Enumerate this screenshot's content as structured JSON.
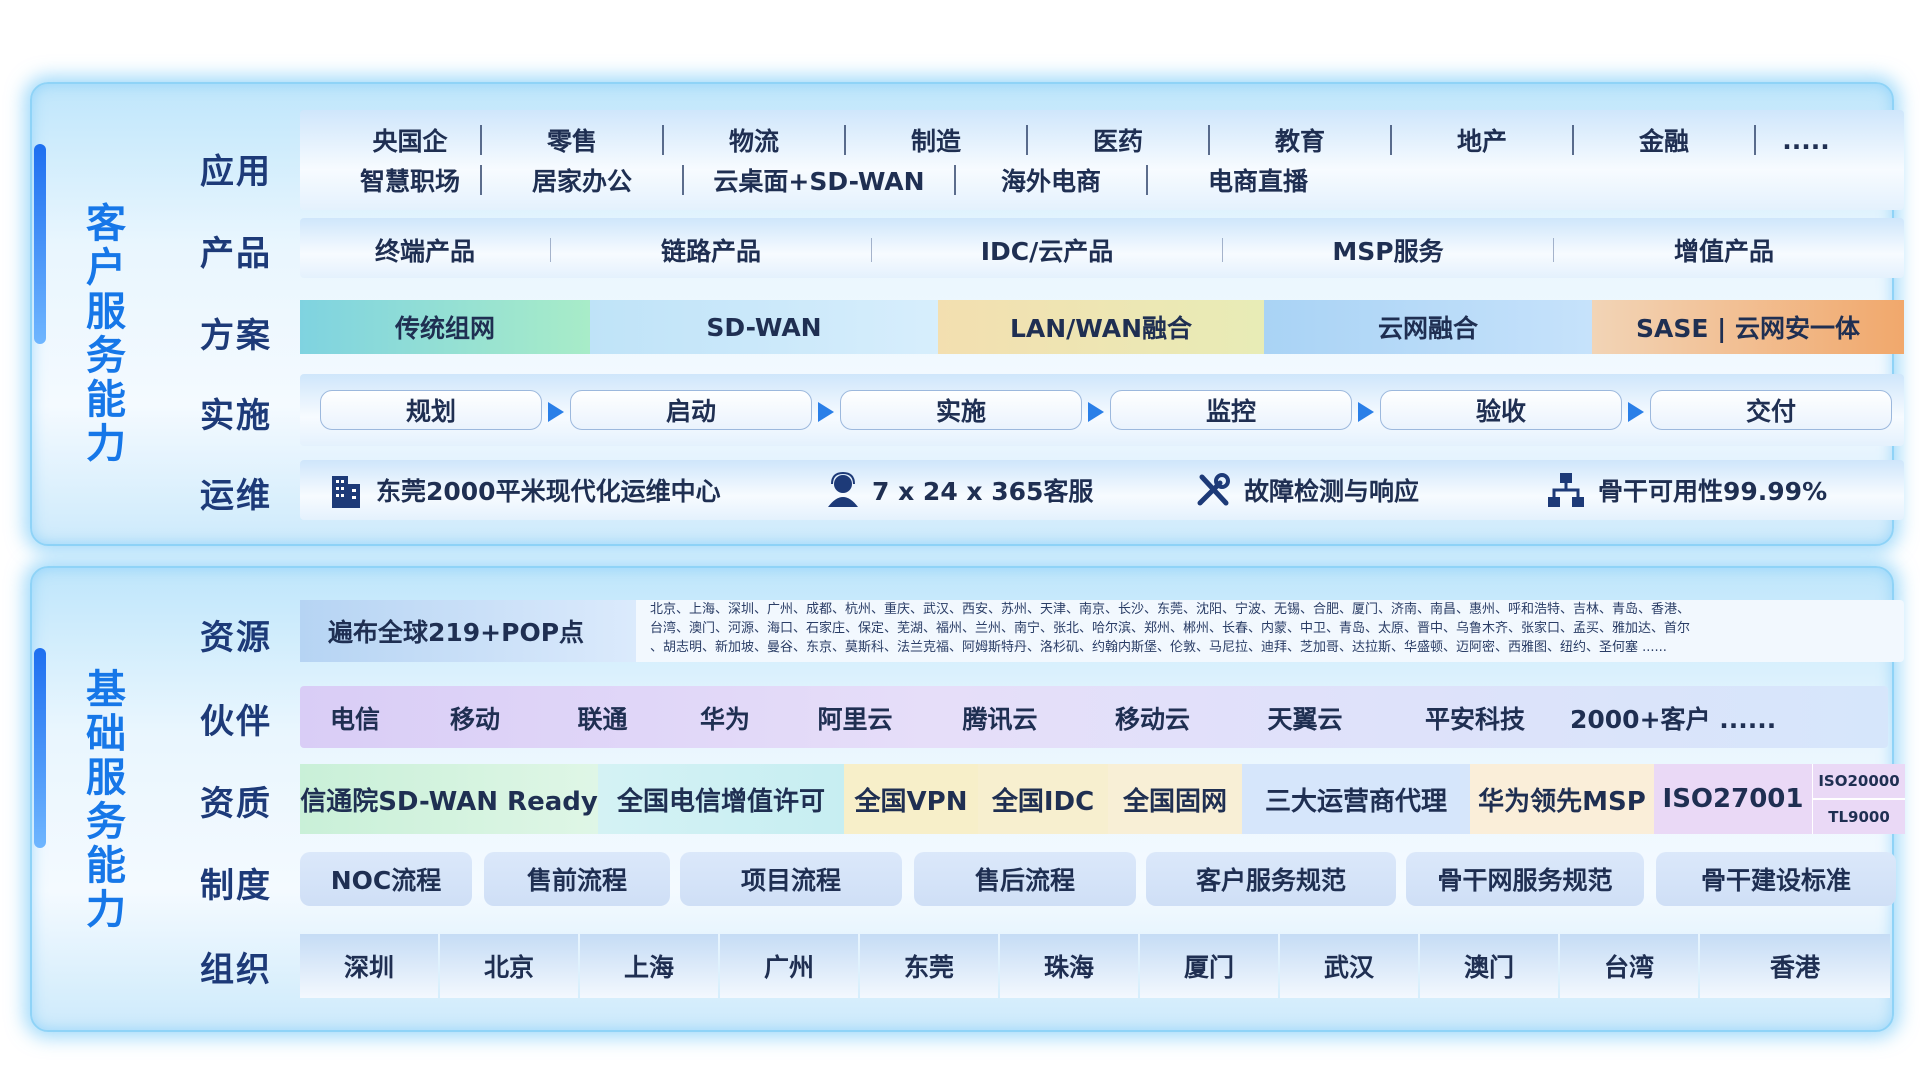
{
  "panels": {
    "customer": {
      "title": "客户服务能力",
      "rows": {
        "application": {
          "label": "应用",
          "line1": [
            "央国企",
            "零售",
            "物流",
            "制造",
            "医药",
            "教育",
            "地产",
            "金融",
            "....."
          ],
          "line2": [
            "智慧职场",
            "居家办公",
            "云桌面+SD-WAN",
            "海外电商",
            "电商直播"
          ]
        },
        "product": {
          "label": "产品",
          "items": [
            "终端产品",
            "链路产品",
            "IDC/云产品",
            "MSP服务",
            "增值产品"
          ]
        },
        "solution": {
          "label": "方案",
          "items": [
            "传统组网",
            "SD-WAN",
            "LAN/WAN融合",
            "云网融合",
            "SASE | 云网安一体"
          ]
        },
        "implementation": {
          "label": "实施",
          "phases": [
            "规划",
            "启动",
            "实施",
            "监控",
            "验收",
            "交付"
          ]
        },
        "operations": {
          "label": "运维",
          "items": [
            {
              "icon": "building-icon",
              "text": "东莞2000平米现代化运维中心"
            },
            {
              "icon": "customer-service-icon",
              "text": "7 x 24 x 365客服"
            },
            {
              "icon": "tools-icon",
              "text": "故障检测与响应"
            },
            {
              "icon": "network-topology-icon",
              "text": "骨干可用性99.99%"
            }
          ]
        }
      }
    },
    "foundation": {
      "title": "基础服务能力",
      "rows": {
        "resources": {
          "label": "资源",
          "headline": "遍布全球219+POP点",
          "cities": [
            "北京、上海、深圳、广州、成都、杭州、重庆、武汉、西安、苏州、天津、南京、长沙、东莞、沈阳、宁波、无锡、合肥、厦门、济南、南昌、惠州、呼和浩特、吉林、青岛、香港、",
            "台湾、澳门、河源、海口、石家庄、保定、芜湖、福州、兰州、南宁、张北、哈尔滨、郑州、郴州、长春、内蒙、中卫、青岛、太原、晋中、乌鲁木齐、张家口、孟买、雅加达、首尔",
            "、胡志明、新加坡、曼谷、东京、莫斯科、法兰克福、阿姆斯特丹、洛杉矶、约翰内斯堡、伦敦、马尼拉、迪拜、芝加哥、达拉斯、华盛顿、迈阿密、西雅图、纽约、圣何塞    ......"
          ]
        },
        "partners": {
          "label": "伙伴",
          "items": [
            "电信",
            "移动",
            "联通",
            "华为",
            "阿里云",
            "腾讯云",
            "移动云",
            "天翼云",
            "平安科技",
            "2000+客户 ......"
          ]
        },
        "qualifications": {
          "label": "资质",
          "items": [
            "信通院SD-WAN Ready",
            "全国电信增值许可",
            "全国VPN",
            "全国IDC",
            "全国固网",
            "三大运营商代理",
            "华为领先MSP",
            "ISO27001"
          ],
          "iso_top": "ISO20000",
          "iso_bottom": "TL9000"
        },
        "systems": {
          "label": "制度",
          "items": [
            "NOC流程",
            "售前流程",
            "项目流程",
            "售后流程",
            "客户服务规范",
            "骨干网服务规范",
            "骨干建设标准"
          ]
        },
        "organization": {
          "label": "组织",
          "items": [
            "深圳",
            "北京",
            "上海",
            "广州",
            "东莞",
            "珠海",
            "厦门",
            "武汉",
            "澳门",
            "台湾",
            "香港"
          ]
        }
      }
    }
  },
  "colors": {
    "accent": "#1677e8",
    "glow": "#5abef5",
    "scheme_gradients": [
      "#7fd3e0-#a8ecc8",
      "#bfe3f8-#d7eefc",
      "#f3dfb0-#e8ecb6",
      "#a9d3f5-#c6e2fb",
      "#f2d4b6-#f1a86c"
    ]
  }
}
